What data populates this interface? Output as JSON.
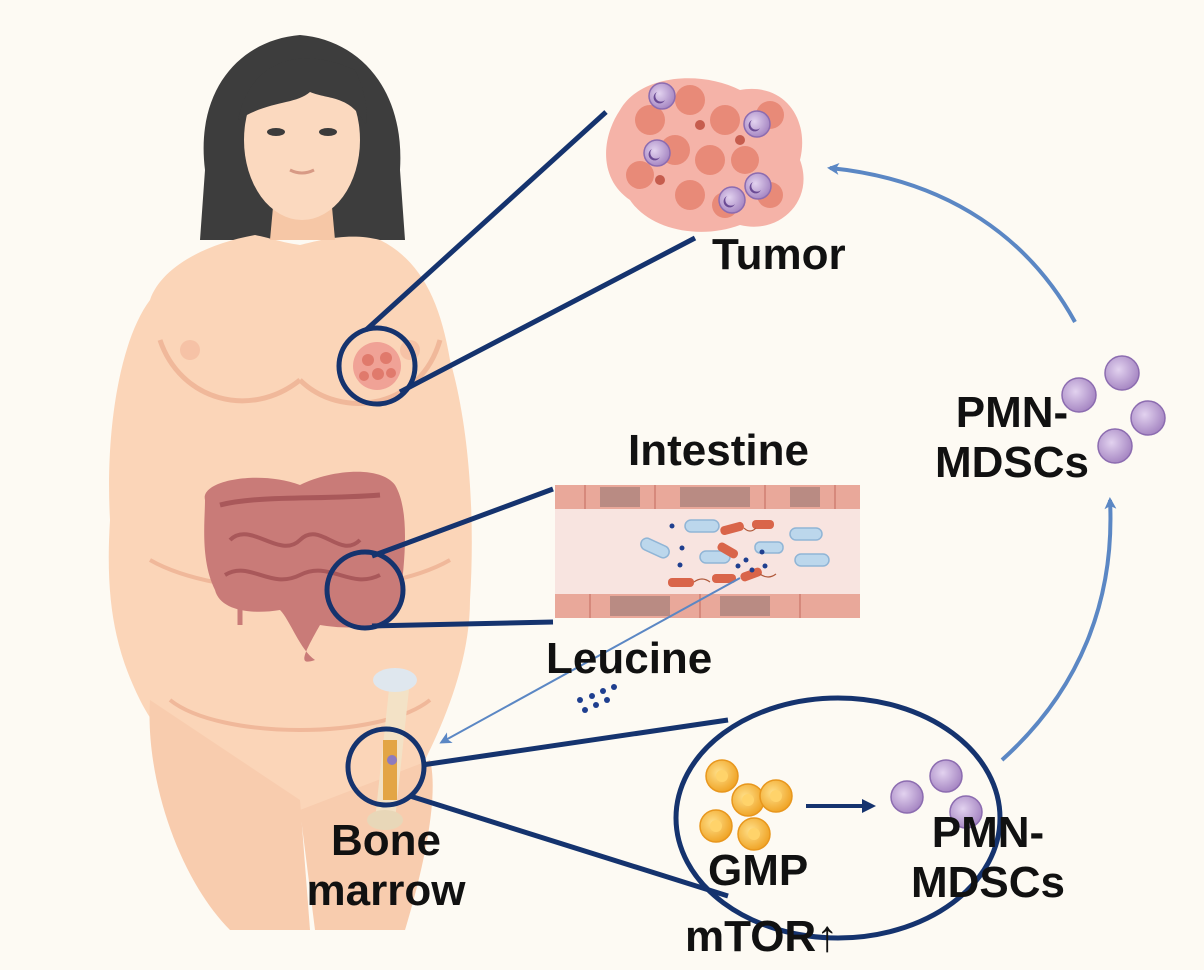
{
  "labels": {
    "tumor": "Tumor",
    "intestine": "Intestine",
    "leucine": "Leucine",
    "bone_line1": "Bone",
    "bone_line2": "marrow",
    "gmp": "GMP",
    "mtor": "mTOR↑",
    "pmn_top_line1": "PMN-",
    "pmn_top_line2": "MDSCs",
    "pmn_bottom_line1": "PMN-",
    "pmn_bottom_line2": "MDSCs"
  },
  "colors": {
    "background": "#fdfaf3",
    "outline_navy": "#15336e",
    "arrow_blue": "#5b87c4",
    "skin": "#fbd5b8",
    "hair": "#3d3d3d",
    "intestine": "#c97b78",
    "tumor_cell": "#e88a78",
    "mdsc_cell": "#a98bc4",
    "gmp_cell": "#f4b53c",
    "label_text": "#111111"
  },
  "icons": [
    "woman-body-icon",
    "tumor-tissue-icon",
    "intestine-icon",
    "gut-lumen-bacteria-icon",
    "femur-bone-icon",
    "pmn-mdsc-cell-icon",
    "gmp-cell-icon"
  ]
}
